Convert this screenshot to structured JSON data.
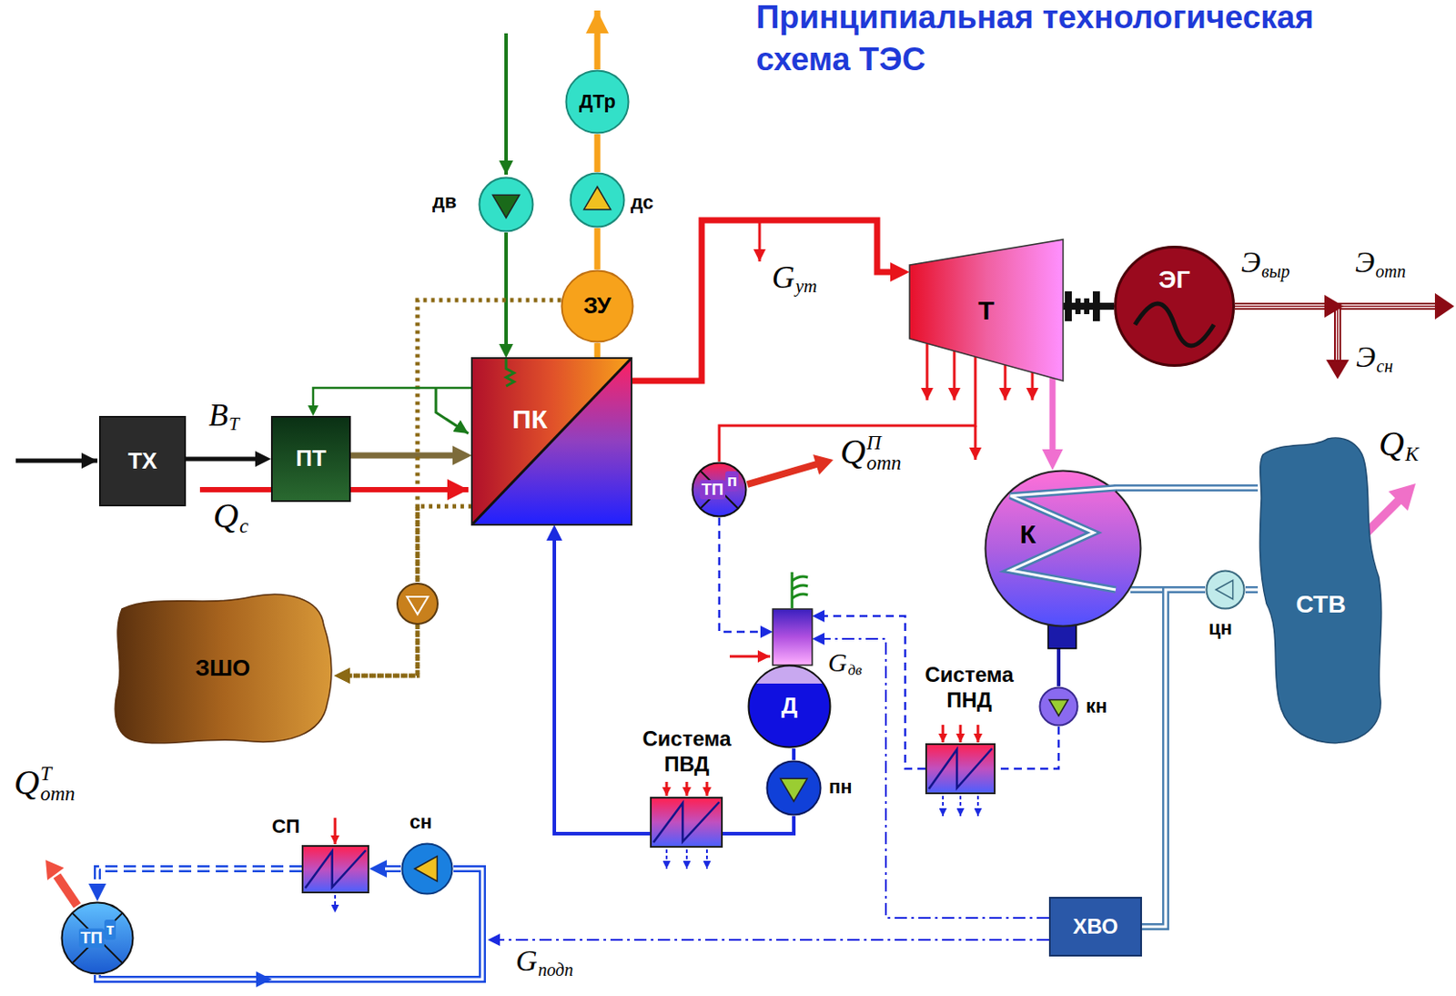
{
  "diagram": {
    "title": "Принципиальная технологическая схема ТЭС",
    "nodes": [
      {
        "text": [
          "ДТр"
        ]
      },
      {
        "text": [
          "дв"
        ]
      },
      {
        "text": [
          "дс"
        ]
      },
      {
        "text": [
          "ЗУ"
        ]
      },
      {
        "text": [
          "ТХ"
        ]
      },
      {
        "text": [
          "ПТ"
        ]
      },
      {
        "text": [
          "ПК"
        ]
      },
      {
        "text": [
          "Т"
        ]
      },
      {
        "text": [
          "ЭГ"
        ]
      },
      {
        "text": [
          "ТП",
          "п"
        ]
      },
      {
        "text": [
          "К"
        ]
      },
      {
        "text": [
          "СТВ"
        ]
      },
      {
        "text": [
          "цн"
        ]
      },
      {
        "text": [
          "ЗШО"
        ]
      },
      {
        "text": [
          "Д"
        ]
      },
      {
        "text": [
          "кн"
        ]
      },
      {
        "text": [
          "Система ПНД"
        ]
      },
      {
        "text": [
          "пн"
        ]
      },
      {
        "text": [
          "Система ПВД"
        ]
      },
      {
        "text": [
          "СП"
        ]
      },
      {
        "text": [
          "сн"
        ]
      },
      {
        "text": [
          "ТП",
          "т"
        ]
      },
      {
        "text": [
          "ХВО"
        ]
      }
    ],
    "edges": [
      {
        "from": 4,
        "to": 5,
        "arrow": "to"
      },
      {
        "from": 5,
        "to": 6,
        "arrow": "to"
      },
      {
        "from": 1,
        "to": 6,
        "arrow": "to"
      },
      {
        "from": 6,
        "to": 3,
        "arrow": "none"
      },
      {
        "from": 3,
        "to": 2,
        "arrow": "none"
      },
      {
        "from": 2,
        "to": 0,
        "arrow": "none"
      },
      {
        "from": 6,
        "to": 7,
        "arrow": "to"
      },
      {
        "from": 7,
        "to": 8,
        "arrow": "none"
      },
      {
        "from": 7,
        "to": 10,
        "arrow": "to"
      },
      {
        "from": 7,
        "to": 9,
        "arrow": "none"
      },
      {
        "from": 9,
        "to": 14,
        "arrow": "to"
      },
      {
        "from": 10,
        "to": 15,
        "arrow": "none"
      },
      {
        "from": 15,
        "to": 16,
        "arrow": "none"
      },
      {
        "from": 16,
        "to": 14,
        "arrow": "to"
      },
      {
        "from": 14,
        "to": 17,
        "arrow": "none"
      },
      {
        "from": 17,
        "to": 18,
        "arrow": "none"
      },
      {
        "from": 18,
        "to": 6,
        "arrow": "to"
      },
      {
        "from": 22,
        "to": 14,
        "arrow": "to"
      },
      {
        "from": 22,
        "to": 20,
        "arrow": "to"
      },
      {
        "from": 21,
        "to": 20,
        "arrow": "none"
      },
      {
        "from": 20,
        "to": 19,
        "arrow": "to"
      },
      {
        "from": 19,
        "to": 21,
        "arrow": "to"
      },
      {
        "from": 10,
        "to": 11,
        "arrow": "none"
      },
      {
        "from": 11,
        "to": 12,
        "arrow": "none"
      },
      {
        "from": 12,
        "to": 10,
        "arrow": "none"
      },
      {
        "from": 12,
        "to": 22,
        "arrow": "none"
      },
      {
        "from": 6,
        "to": 13,
        "arrow": "to"
      },
      {
        "from": 3,
        "to": 13,
        "arrow": "to"
      },
      {
        "from": 6,
        "to": 5,
        "arrow": "to"
      }
    ],
    "labels": [
      "B",
      "Т",
      "Q",
      "с",
      "G",
      "ут",
      "Э",
      "выр",
      "Э",
      "отп",
      "Э",
      "сн",
      "Q",
      "П",
      "отп",
      "Q",
      "К",
      "G",
      "дв",
      "Q",
      "Т",
      "отп",
      "G",
      "подп"
    ]
  }
}
